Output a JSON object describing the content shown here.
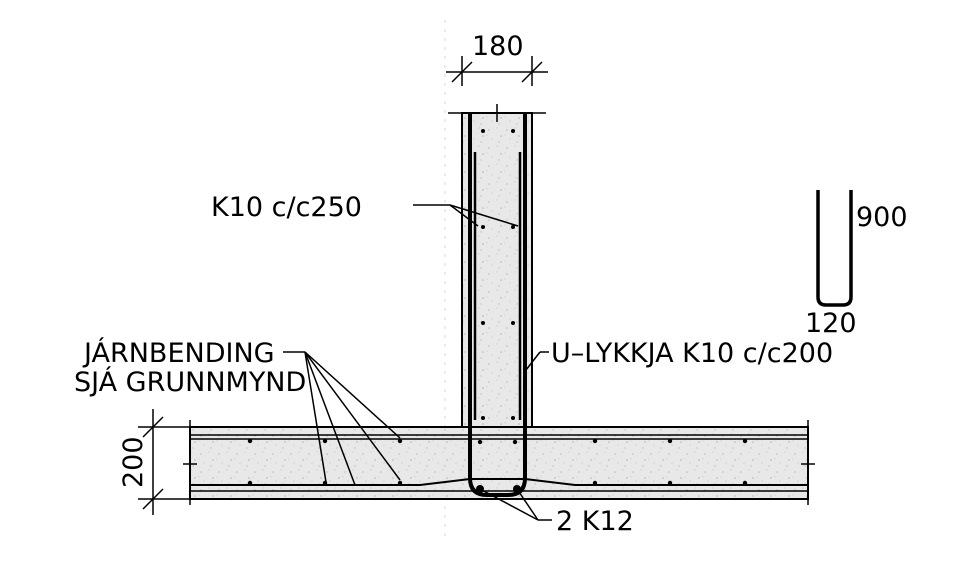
{
  "labels": {
    "wall_width": "180",
    "wall_bars": "K10 c/c250",
    "bending_line1": "JÁRNBENDING",
    "bending_line2": "SJÁ GRUNNMYND",
    "u_bar": "U–LYKKJA K10 c/c200",
    "bottom_bars": "2 K12",
    "slab_depth": "200",
    "u_leg_length": "900",
    "u_base_length": "120"
  },
  "colors": {
    "ink": "#000000",
    "concrete": "#e6e6e6",
    "background": "#ffffff"
  }
}
